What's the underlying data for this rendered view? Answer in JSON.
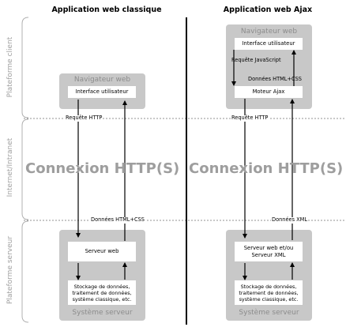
{
  "left_column": {
    "title": "Application web classique",
    "browser": {
      "title": "Navigateur web",
      "ui": "Interface utilisateur"
    },
    "request_label": "Requête HTTP",
    "response_label": "Données HTML+CSS",
    "server": {
      "web_server": "Serveur web",
      "storage": "Stockage de données, traitement de données, système classique, etc.",
      "title": "Système serveur"
    }
  },
  "right_column": {
    "title": "Application web Ajax",
    "browser": {
      "title": "Navigateur web",
      "ui": "Interface utilisateur",
      "engine": "Moteur Ajax"
    },
    "js_request_label": "Requête JavaScript",
    "html_css_label": "Données HTML+CSS",
    "request_label": "Requête HTTP",
    "response_label": "Données XML",
    "server": {
      "web_server": "Serveur web et/ou Serveur XML",
      "storage": "Stockage de données, traitement de données, système classique, etc.",
      "title": "Système serveur"
    }
  },
  "connection_label": "Connexion HTTP(S)",
  "side_labels": {
    "client": "Plateforme client",
    "internet": "Internet/Intranet",
    "server": "Plateforme serveur"
  }
}
